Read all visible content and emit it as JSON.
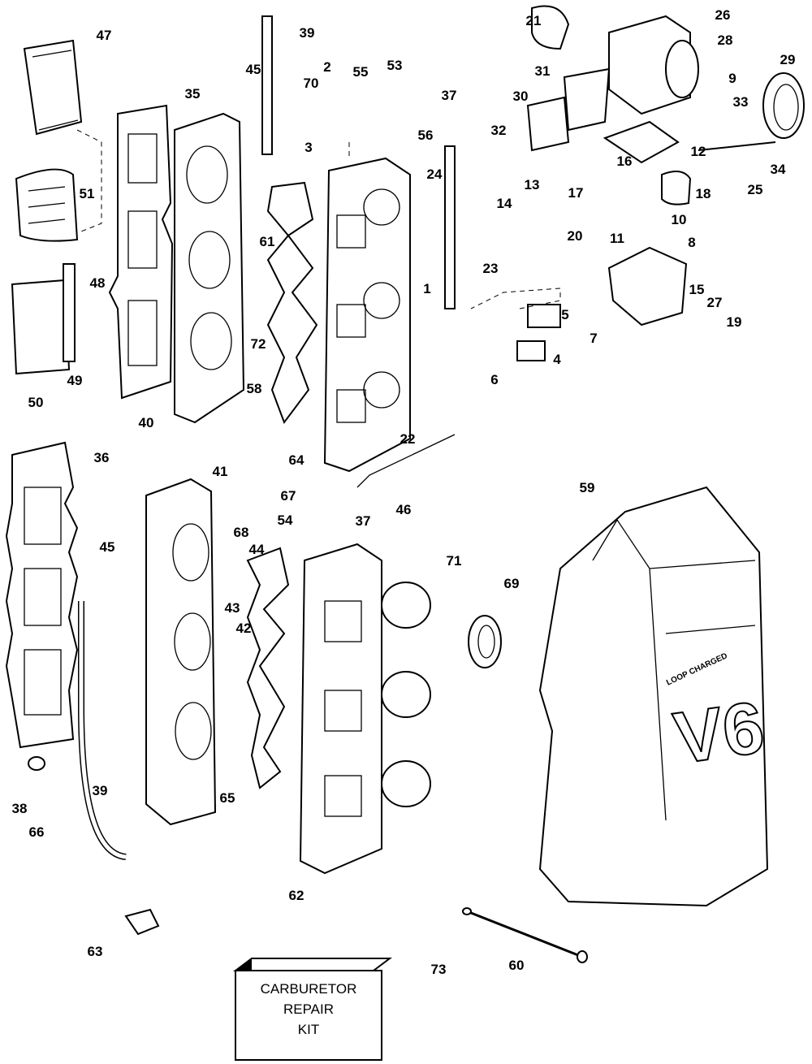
{
  "callouts": [
    "47",
    "39",
    "45",
    "2",
    "70",
    "55",
    "53",
    "37",
    "21",
    "26",
    "28",
    "29",
    "9",
    "31",
    "30",
    "33",
    "35",
    "3",
    "56",
    "24",
    "32",
    "12",
    "16",
    "34",
    "25",
    "13",
    "14",
    "17",
    "18",
    "51",
    "10",
    "20",
    "11",
    "8",
    "61",
    "48",
    "23",
    "1",
    "15",
    "27",
    "19",
    "5",
    "7",
    "72",
    "4",
    "49",
    "50",
    "6",
    "58",
    "40",
    "22",
    "64",
    "36",
    "59",
    "41",
    "67",
    "46",
    "54",
    "37",
    "45",
    "68",
    "44",
    "71",
    "69",
    "43",
    "42",
    "39",
    "38",
    "65",
    "66",
    "62",
    "63",
    "60",
    "73"
  ],
  "kit": {
    "line1": "CARBURETOR",
    "line2": "REPAIR",
    "line3": "KIT"
  },
  "cover_logo": {
    "badge": "V6",
    "text": "LOOP CHARGED"
  }
}
